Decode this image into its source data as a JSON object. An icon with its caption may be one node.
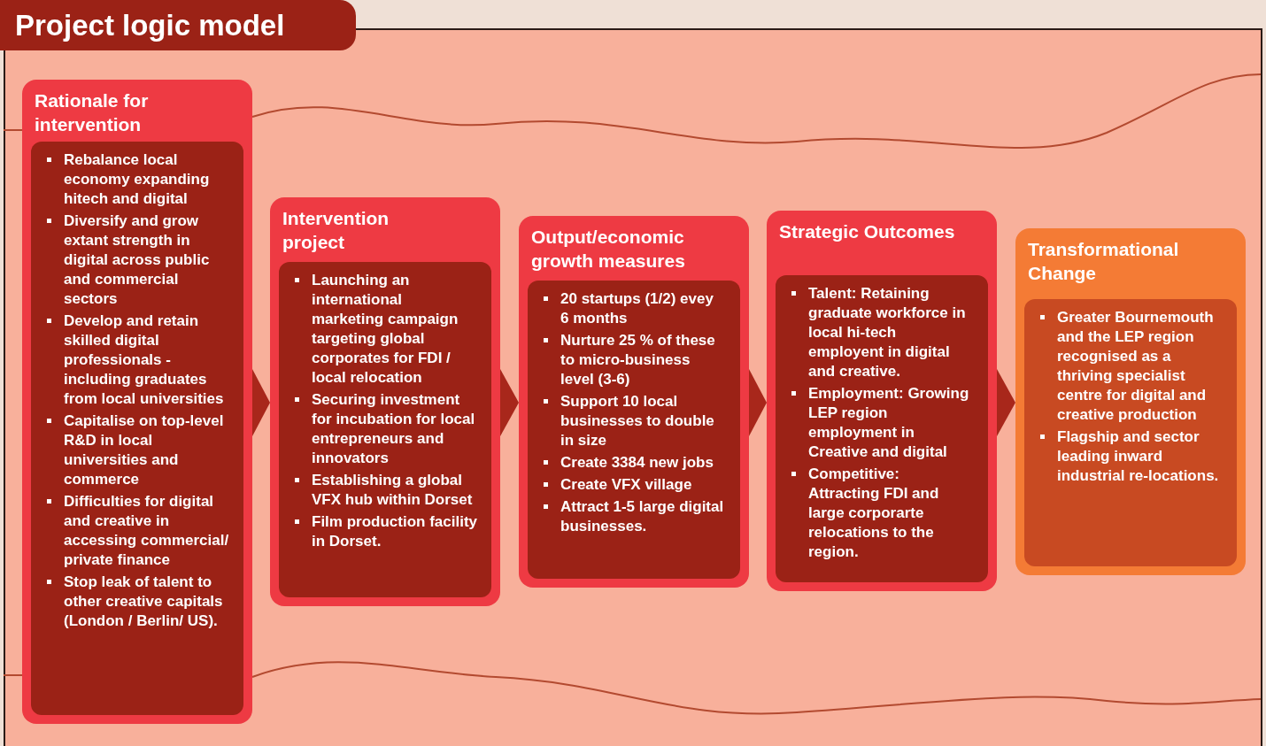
{
  "diagram": {
    "title": "Project logic model",
    "nodes": [
      {
        "text": [
          "Rationale for intervention"
        ]
      },
      {
        "text": [
          "Rebalance local economy expanding hitech and digital",
          "Diversify and grow extant strength in digital across public and commercial sectors",
          "Develop and retain skilled digital professionals -including graduates from local universities",
          "Capitalise on top-level R&D in local universities and commerce",
          "Difficulties for digital and creative in accessing commercial/ private finance",
          "Stop leak of talent to other creative capitals (London / Berlin/ US)."
        ],
        "in": 0
      },
      {
        "text": [
          "Intervention project"
        ]
      },
      {
        "text": [
          "Launching an international marketing campaign targeting global corporates for FDI / local relocation",
          "Securing investment for incubation for local entrepreneurs and innovators",
          "Establishing a global VFX hub within Dorset",
          "Film production facility in Dorset."
        ],
        "in": 2
      },
      {
        "text": [
          "Output/economic growth measures"
        ]
      },
      {
        "text": [
          "20 startups (1/2) evey 6 months",
          "Nurture 25 % of these to micro-business level (3-6)",
          "Support 10 local businesses to double in size",
          "Create 3384 new jobs",
          "Create VFX village",
          "Attract 1-5 large digital businesses."
        ],
        "in": 4
      },
      {
        "text": [
          "Strategic Outcomes"
        ]
      },
      {
        "text": [
          "Talent: Retaining graduate workforce in local hi-tech employent in digital and creative.",
          "Employment: Growing LEP region employment in Creative and digital",
          "Competitive: Attracting FDI and large corporarte relocations to the region."
        ],
        "in": 6
      },
      {
        "text": [
          "Transformational Change"
        ]
      },
      {
        "text": [
          "Greater Bournemouth and the LEP region recognised as a thriving specialist centre for digital and creative production",
          "Flagship and sector leading inward industrial re-locations."
        ],
        "in": 8
      }
    ],
    "edges": [
      {
        "from": 0,
        "to": 2,
        "arrow": "to"
      },
      {
        "from": 2,
        "to": 4,
        "arrow": "to"
      },
      {
        "from": 4,
        "to": 6,
        "arrow": "to"
      },
      {
        "from": 6,
        "to": 8,
        "arrow": "to"
      }
    ]
  }
}
